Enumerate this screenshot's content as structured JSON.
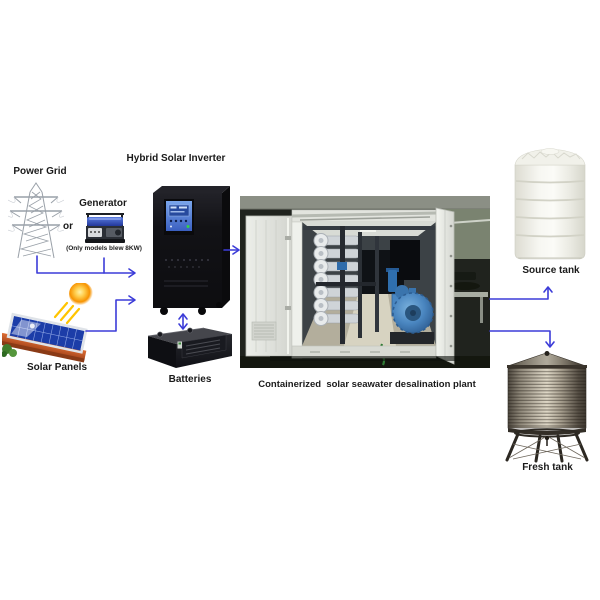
{
  "page": {
    "background": "#ffffff"
  },
  "colors": {
    "arrow": "#3c3cd8",
    "label_text": "#1a1a1a",
    "sun_core": "#f28a00",
    "sun_ray": "#ffc400",
    "panel_blue": "#1c3da8",
    "roof_orange": "#cc5a28",
    "inverter_body": "#141417",
    "screen_blue": "#5b8ee0",
    "battery_body": "#17181c",
    "container_white": "#e7e9e4",
    "pump_blue": "#4a86c0",
    "warehouse_wall_green": "#7a8370",
    "source_tank_white": "#f4f4ee",
    "fresh_tank_steel_dark": "#4e483f",
    "fresh_tank_steel_light": "#ded7c6"
  },
  "nodes": {
    "power_grid": {
      "label": "Power Grid"
    },
    "or": {
      "label": "or"
    },
    "generator": {
      "label": "Generator",
      "note": "(Only models blew 8KW)"
    },
    "inverter": {
      "label": "Hybrid Solar Inverter"
    },
    "solar_panels": {
      "label": "Solar Panels"
    },
    "batteries": {
      "label": "Batteries"
    },
    "container": {
      "caption": "Containerized  solar seawater desalination plant"
    },
    "source_tank": {
      "label": "Source tank"
    },
    "fresh_tank": {
      "label": "Fresh tank"
    }
  },
  "icons": {
    "power_grid": "transmission-tower-icon",
    "generator": "portable-generator-icon",
    "sun": "sun-icon",
    "solar_panels": "solar-panel-icon",
    "inverter": "inverter-unit-icon",
    "batteries": "battery-icon",
    "container": "containerized-plant-photo",
    "source_tank": "plastic-tank-icon",
    "fresh_tank": "steel-tank-icon"
  }
}
